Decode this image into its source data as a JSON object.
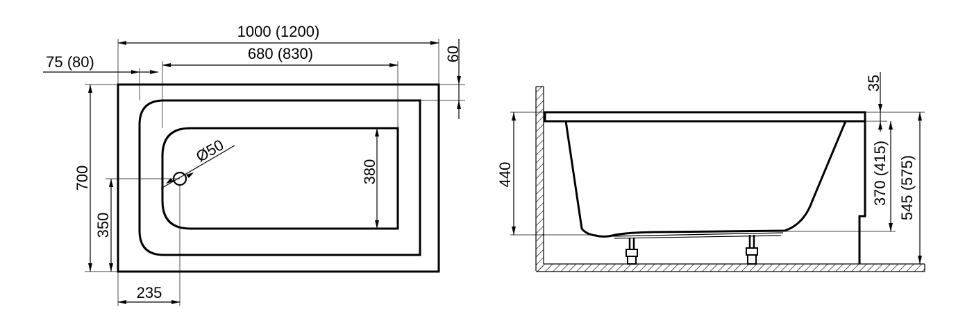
{
  "top_view": {
    "total_length": "1000 (1200)",
    "inner_length": "680 (830)",
    "rim_offset": "75 (80)",
    "rim_width": "60",
    "total_width": "700",
    "drain_offset": "350",
    "inner_width": "380",
    "drain_diameter": "Ø50",
    "drain_distance": "235"
  },
  "side_view": {
    "rim_thickness": "35",
    "depth": "440",
    "inner_height": "370 (415)",
    "total_height": "545 (575)"
  }
}
